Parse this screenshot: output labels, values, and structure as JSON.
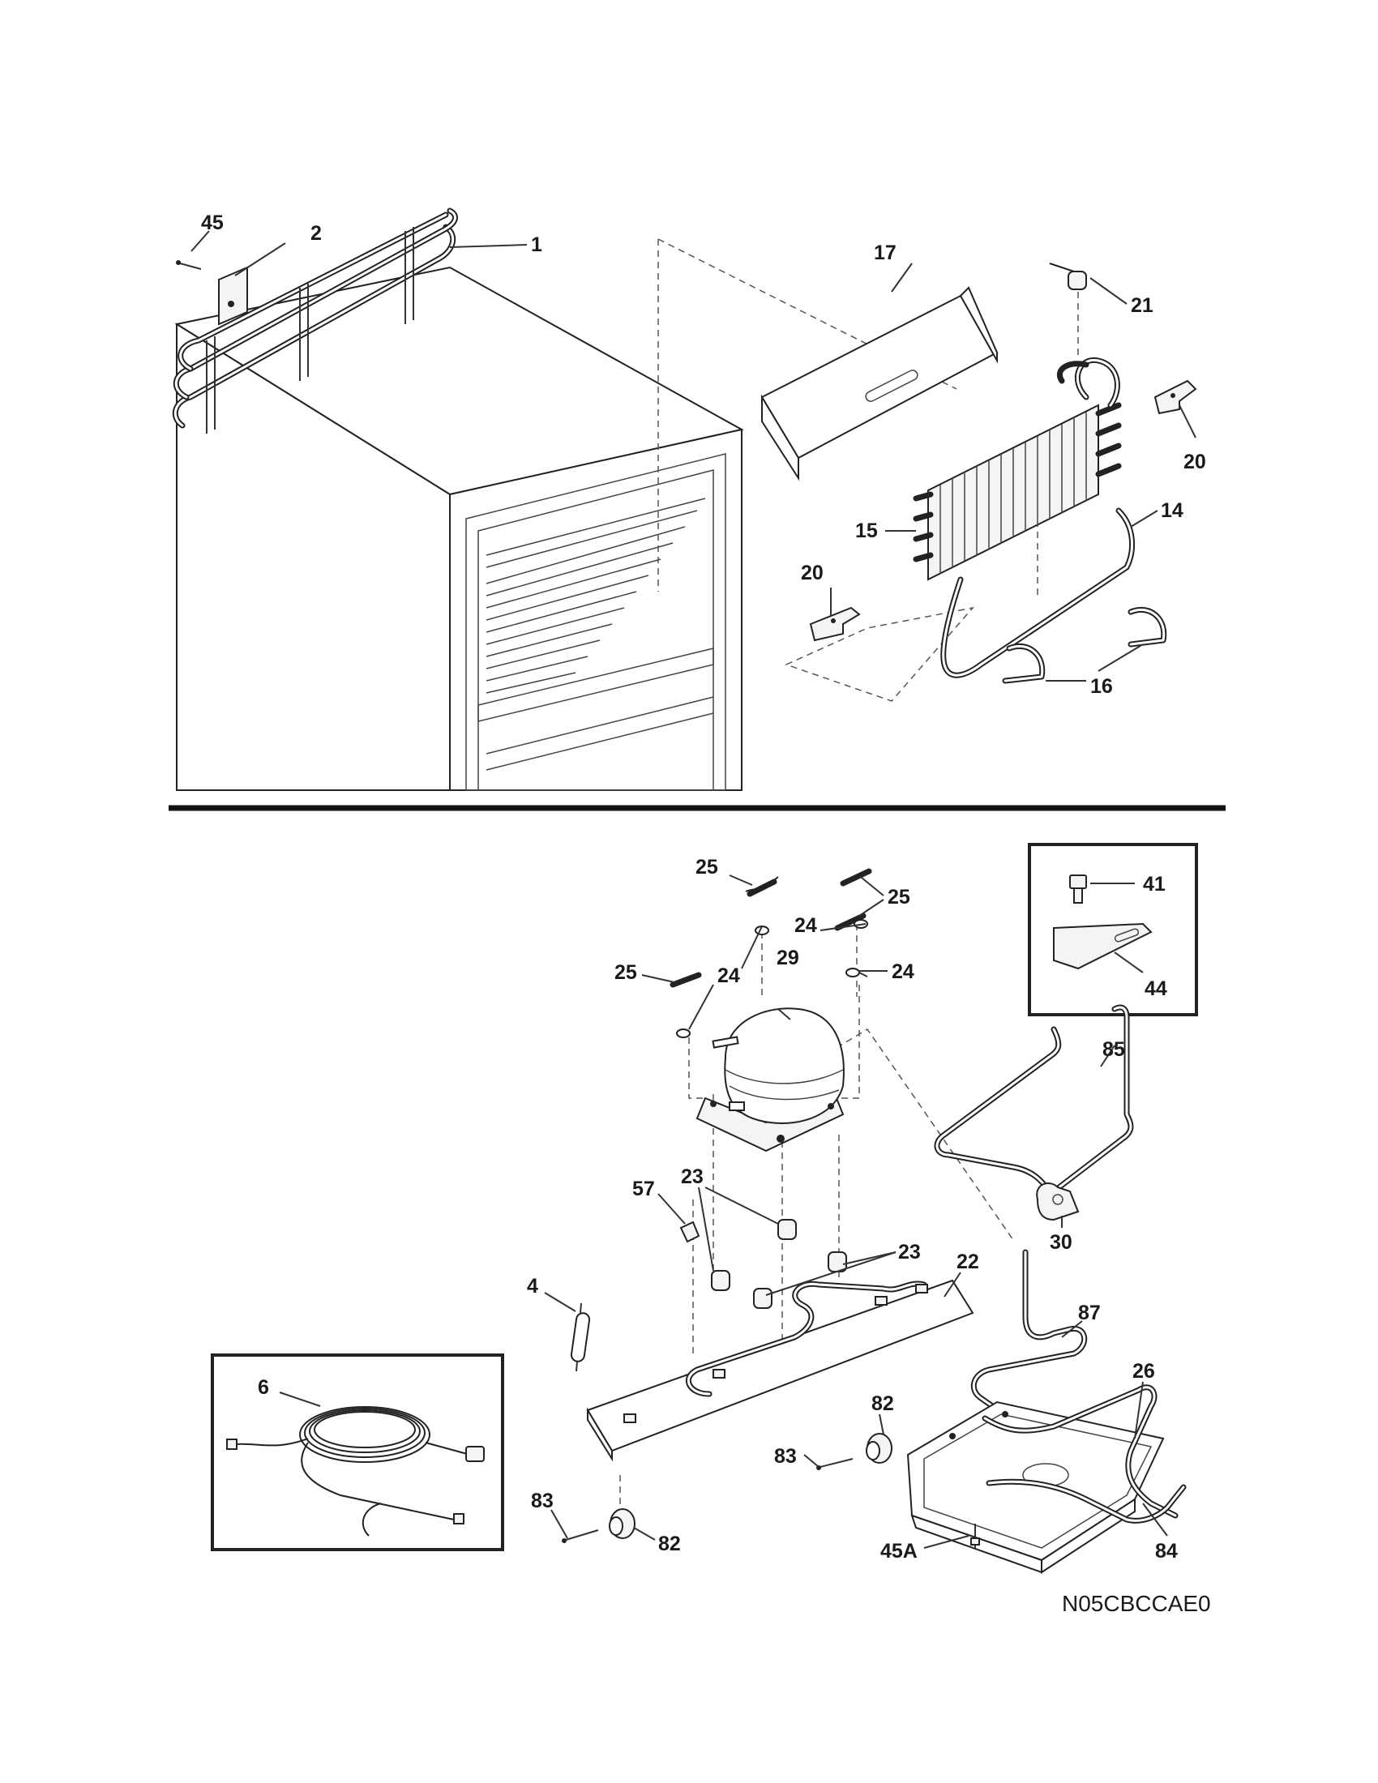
{
  "diagram_code": "N05CBCCAE0",
  "callouts": {
    "c1": "1",
    "c2": "2",
    "c45": "45",
    "c17": "17",
    "c21": "21",
    "c20a": "20",
    "c14": "14",
    "c15": "15",
    "c20b": "20",
    "c16": "16",
    "c25a": "25",
    "c25b": "25",
    "c25c": "25",
    "c24a": "24",
    "c24b": "24",
    "c24c": "24",
    "c29": "29",
    "c41": "41",
    "c44": "44",
    "c85": "85",
    "c23a": "23",
    "c23b": "23",
    "c57": "57",
    "c30": "30",
    "c22": "22",
    "c4": "4",
    "c87": "87",
    "c6": "6",
    "c26": "26",
    "c82a": "82",
    "c82b": "82",
    "c83a": "83",
    "c83b": "83",
    "c84": "84",
    "c45a": "45A"
  }
}
